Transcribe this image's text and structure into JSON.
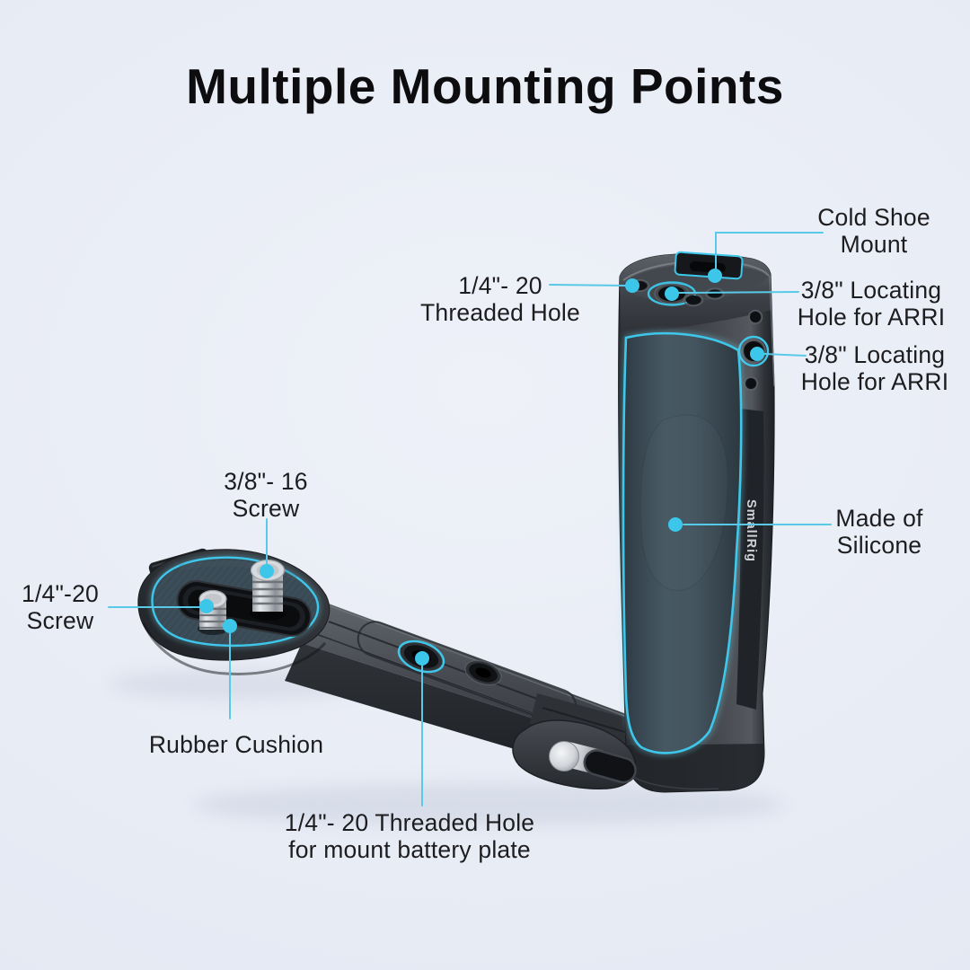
{
  "title": "Multiple Mounting Points",
  "product": {
    "brand_text": "SmallRig"
  },
  "labels": {
    "cold_shoe": {
      "line1": "Cold Shoe",
      "line2": "Mount"
    },
    "quarter20_top": {
      "line1": "1/4\"- 20",
      "line2": "Threaded Hole"
    },
    "arri_top": {
      "line1": "3/8\" Locating",
      "line2": "Hole for ARRI"
    },
    "arri_side": {
      "line1": "3/8\" Locating",
      "line2": "Hole for ARRI"
    },
    "silicone": {
      "line1": "Made of",
      "line2": "Silicone"
    },
    "screw_38": {
      "line1": "3/8\"- 16",
      "line2": "Screw"
    },
    "screw_14": {
      "line1": "1/4\"-20",
      "line2": "Screw"
    },
    "rubber": {
      "line1": "Rubber Cushion"
    },
    "battery": {
      "line1": "1/4\"- 20 Threaded Hole",
      "line2": "for mount battery plate"
    }
  },
  "colors": {
    "background": "#e8ecf5",
    "accent_cyan": "#3cc6ea",
    "leader_line": "#59c9e8",
    "label_text": "#1d1d20",
    "title_text": "#0d0d10",
    "silicone_grip": "#45565f",
    "rubber_cushion": "#3c4e59",
    "metal_dark": "#2b2e33"
  }
}
